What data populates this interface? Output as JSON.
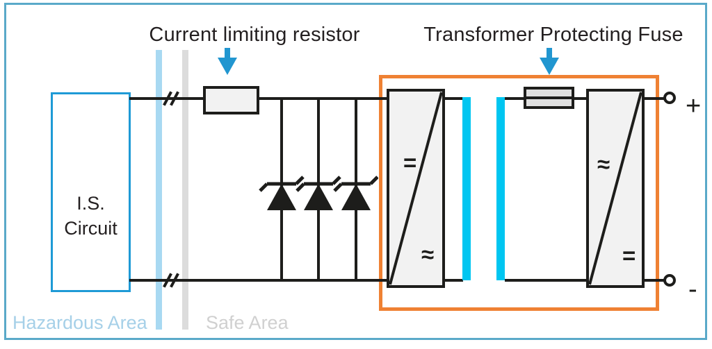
{
  "title_labels": {
    "current_limiting_resistor": "Current limiting resistor",
    "transformer_protecting_fuse": "Transformer Protecting Fuse"
  },
  "is_circuit_box": {
    "line1": "I.S.",
    "line2": "Circuit"
  },
  "area_labels": {
    "hazardous": "Hazardous Area",
    "safe": "Safe Area"
  },
  "terminals": {
    "positive": "+",
    "negative": "-"
  },
  "converters": {
    "left": {
      "top_symbol": "=",
      "bottom_symbol": "≈"
    },
    "right": {
      "top_symbol": "≈",
      "bottom_symbol": "="
    }
  },
  "colors": {
    "outer_border": "#5aa9c9",
    "is_box_border": "#1e9ad6",
    "arrow_blue": "#2196d0",
    "cyan_winding": "#00c6f1",
    "hazardous_bar": "#a8d9f2",
    "safe_bar": "#dcdcdc",
    "hazardous_text": "#a6d0e8",
    "safe_text": "#d0d0d0",
    "orange_box": "#ef8133",
    "line_black": "#1d1d1b",
    "component_fill": "#f2f2f2",
    "fuse_fill": "#e0e0e0",
    "label_text": "#231f20"
  }
}
